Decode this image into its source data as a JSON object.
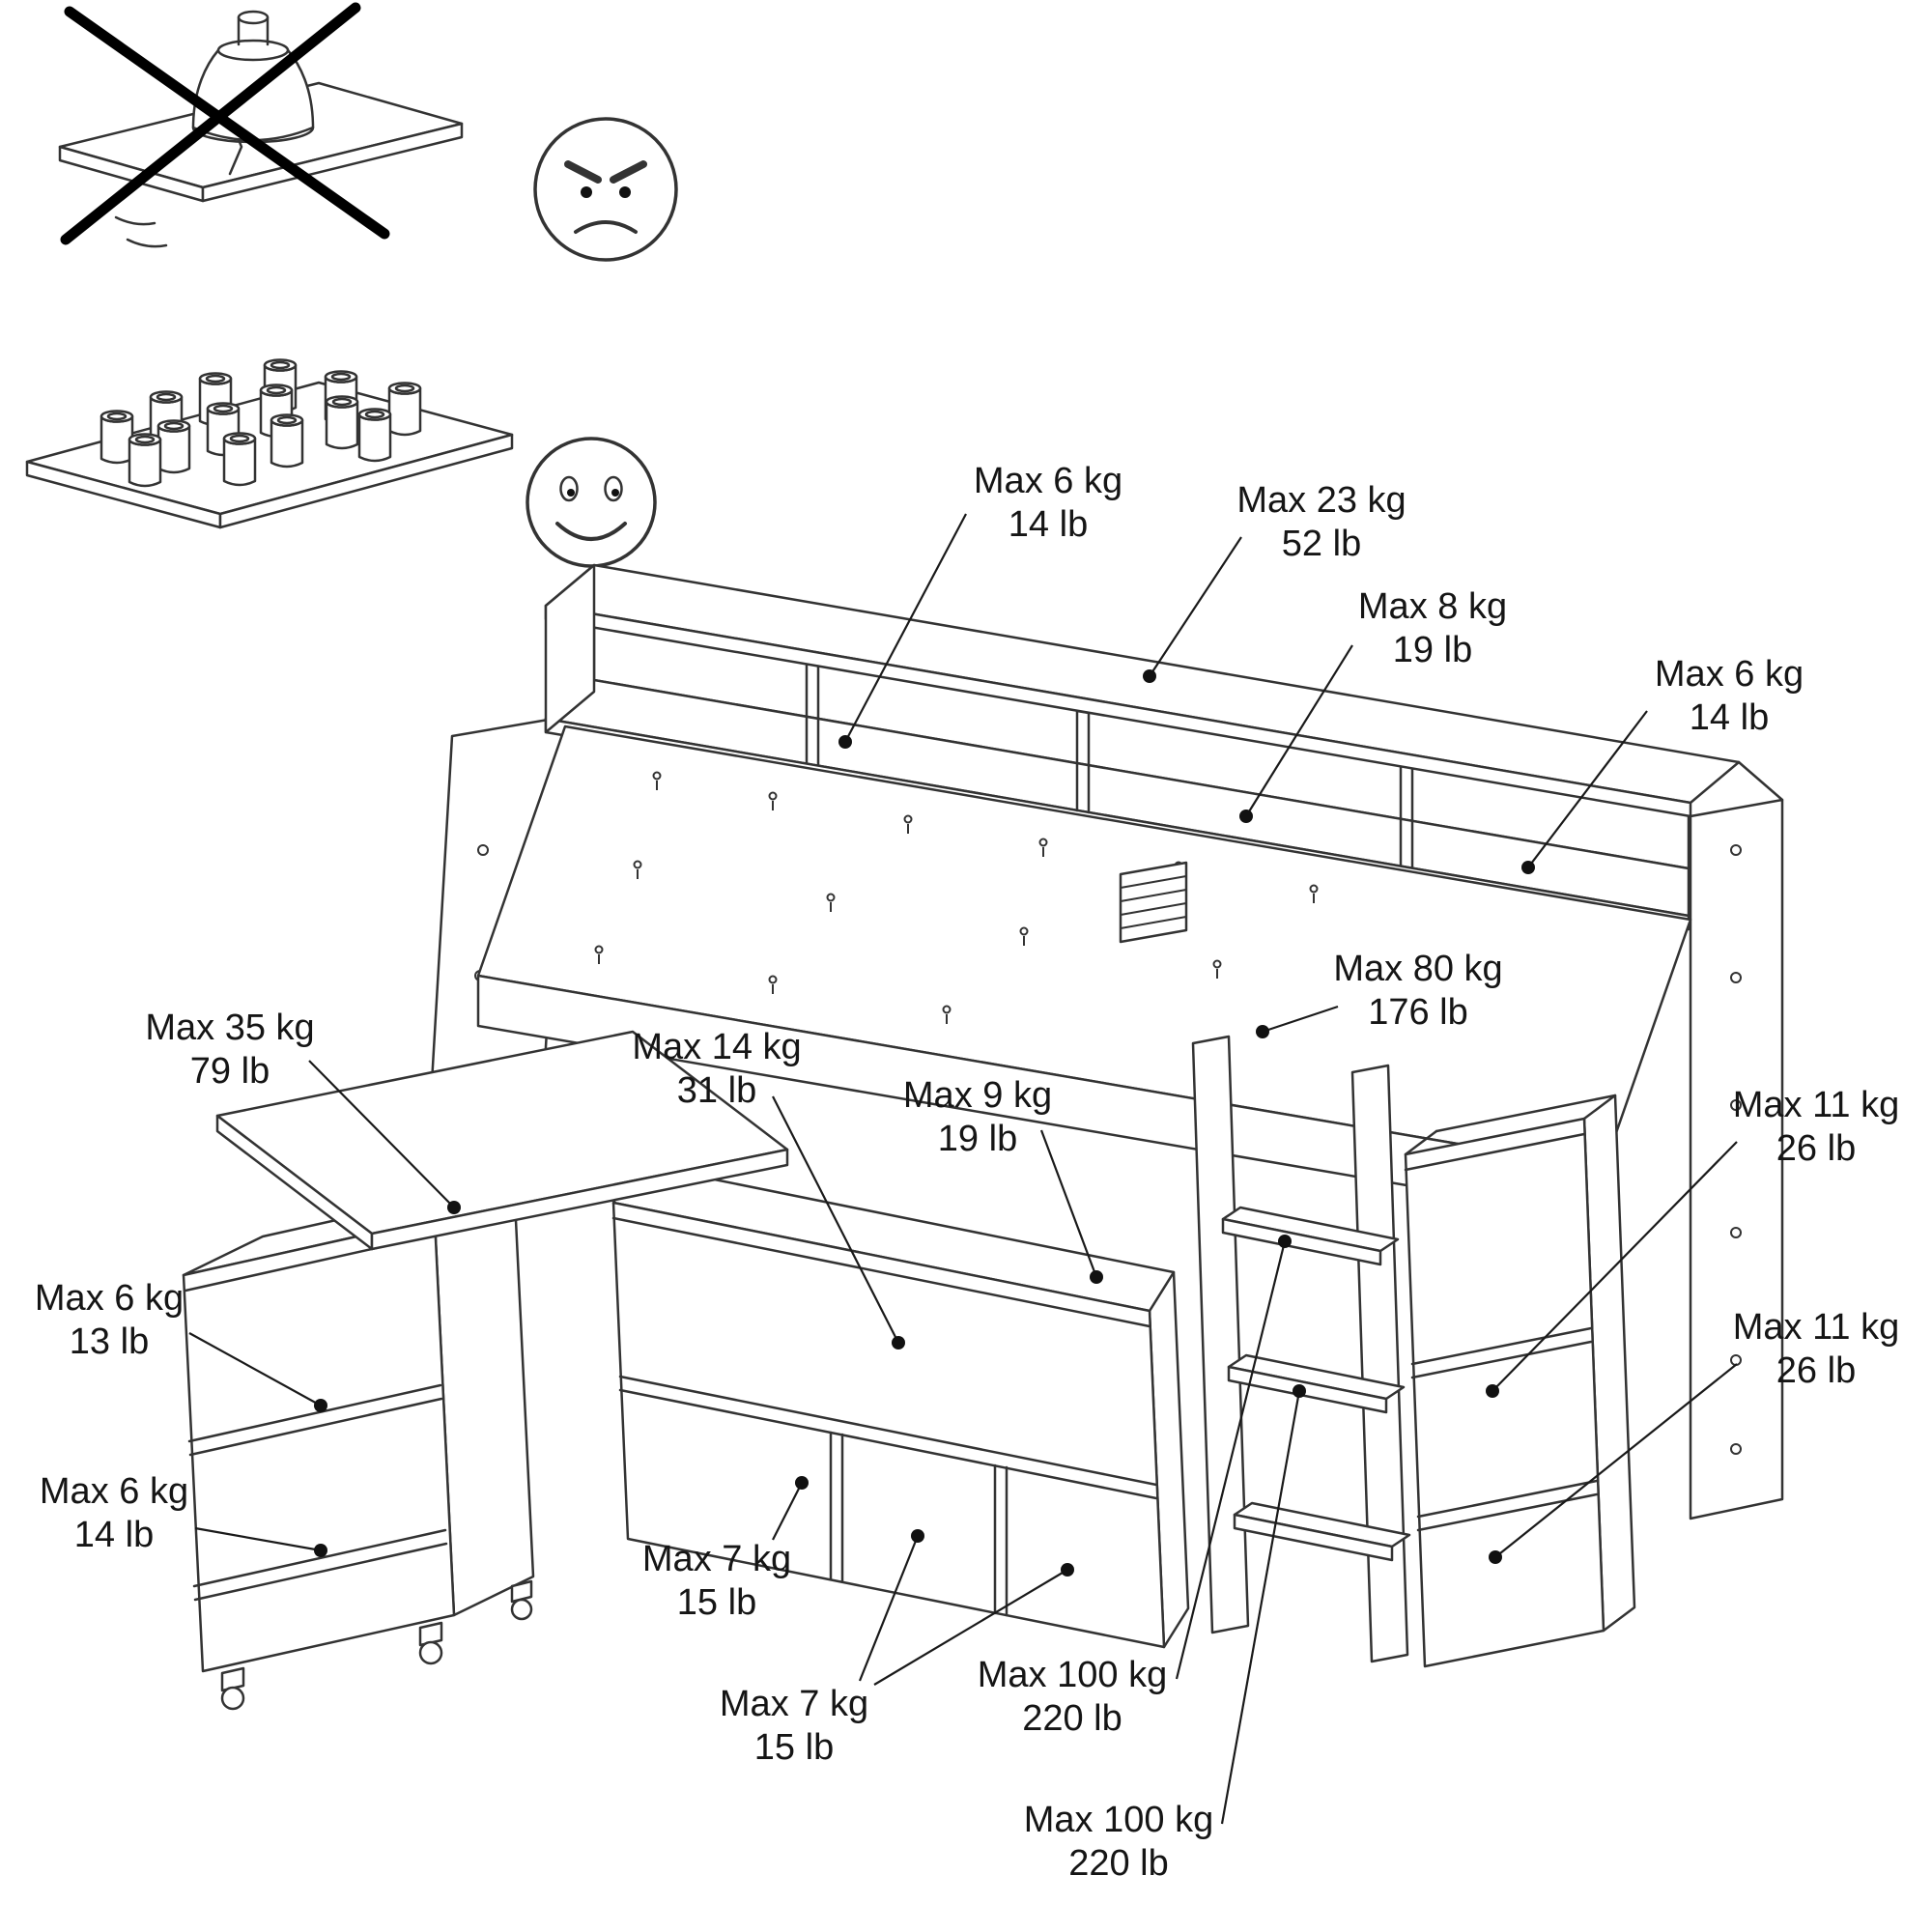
{
  "meta": {
    "background": "#ffffff",
    "line_color": "#333333",
    "label_color": "#151515",
    "diagram_type": "furniture weight-limit instruction"
  },
  "warning_panel": {
    "dont": {
      "icon": "prohibition-cross",
      "illustration": "single-heavy-weight-breaking-shelf",
      "face": "angry-face"
    },
    "do": {
      "illustration": "many-small-weights-distributed",
      "face": "happy-face"
    }
  },
  "labels": [
    {
      "id": "headboard-shelf-left",
      "kg": "Max 6 kg",
      "lb": "14 lb"
    },
    {
      "id": "headboard-top",
      "kg": "Max 23 kg",
      "lb": "52 lb"
    },
    {
      "id": "headboard-shelf-middle",
      "kg": "Max 8 kg",
      "lb": "19 lb"
    },
    {
      "id": "headboard-shelf-right",
      "kg": "Max 6 kg",
      "lb": "14 lb"
    },
    {
      "id": "bed-platform",
      "kg": "Max 80 kg",
      "lb": "176 lb"
    },
    {
      "id": "desk-top",
      "kg": "Max 35 kg",
      "lb": "79 lb"
    },
    {
      "id": "under-desk-shelf",
      "kg": "Max 14 kg",
      "lb": "31 lb"
    },
    {
      "id": "mid-unit-top",
      "kg": "Max 9 kg",
      "lb": "19 lb"
    },
    {
      "id": "right-unit-upper",
      "kg": "Max 11 kg",
      "lb": "26 lb"
    },
    {
      "id": "right-unit-lower",
      "kg": "Max 11 kg",
      "lb": "26 lb"
    },
    {
      "id": "cart-upper-shelf",
      "kg": "Max 6 kg",
      "lb": "13 lb"
    },
    {
      "id": "cart-lower-shelf",
      "kg": "Max 6 kg",
      "lb": "14 lb"
    },
    {
      "id": "mid-unit-lower-left",
      "kg": "Max 7 kg",
      "lb": "15 lb"
    },
    {
      "id": "mid-unit-lower-right",
      "kg": "Max 7 kg",
      "lb": "15 lb"
    },
    {
      "id": "ladder-step-upper",
      "kg": "Max 100 kg",
      "lb": "220 lb"
    },
    {
      "id": "ladder-step-lower",
      "kg": "Max 100 kg",
      "lb": "220 lb"
    }
  ]
}
